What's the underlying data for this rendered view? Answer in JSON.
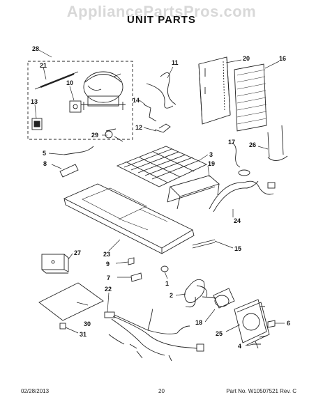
{
  "watermark": "AppliancePartsPros.com",
  "title": "UNIT PARTS",
  "callouts": [
    "28",
    "21",
    "10",
    "13",
    "29",
    "11",
    "20",
    "16",
    "14",
    "12",
    "3",
    "19",
    "17",
    "26",
    "5",
    "8",
    "24",
    "27",
    "23",
    "15",
    "9",
    "7",
    "1",
    "22",
    "2",
    "18",
    "30",
    "31",
    "25",
    "6",
    "4"
  ],
  "footer": {
    "date": "02/28/2013",
    "page": "20",
    "part_no": "Part No. W10507521 Rev. C"
  }
}
